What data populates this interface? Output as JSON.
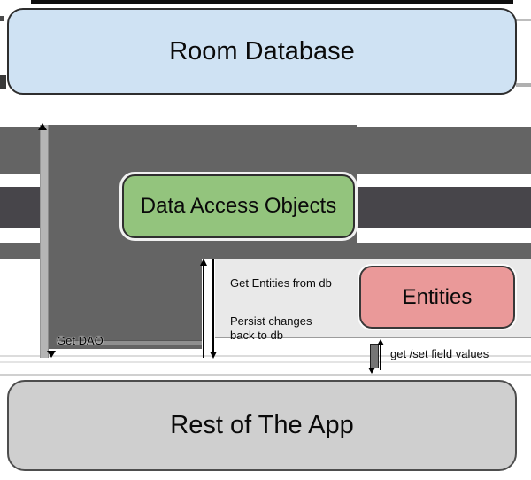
{
  "diagram": {
    "nodes": {
      "room_database": {
        "label": "Room Database",
        "fill": "#cfe2f3"
      },
      "data_access_objects": {
        "label": "Data Access Objects",
        "fill": "#93c47d"
      },
      "entities": {
        "label": "Entities",
        "fill": "#ea9999"
      },
      "rest_of_the_app": {
        "label": "Rest of The App",
        "fill": "#cfcfcf"
      }
    },
    "edges": {
      "get_dao": {
        "label": "Get DAO"
      },
      "get_entities_from_db": {
        "label": "Get Entities from db"
      },
      "persist_changes": {
        "label_line1": "Persist changes",
        "label_line2": "back to db"
      },
      "get_set_field_values": {
        "label": "get /set field values"
      }
    },
    "colors": {
      "arrow_medium_gray": "#646464",
      "arrow_dark_gray": "#47454a",
      "vertical_arrow_gray": "#b5b5b5",
      "entities_panel_gray": "#e9e9e9"
    }
  }
}
